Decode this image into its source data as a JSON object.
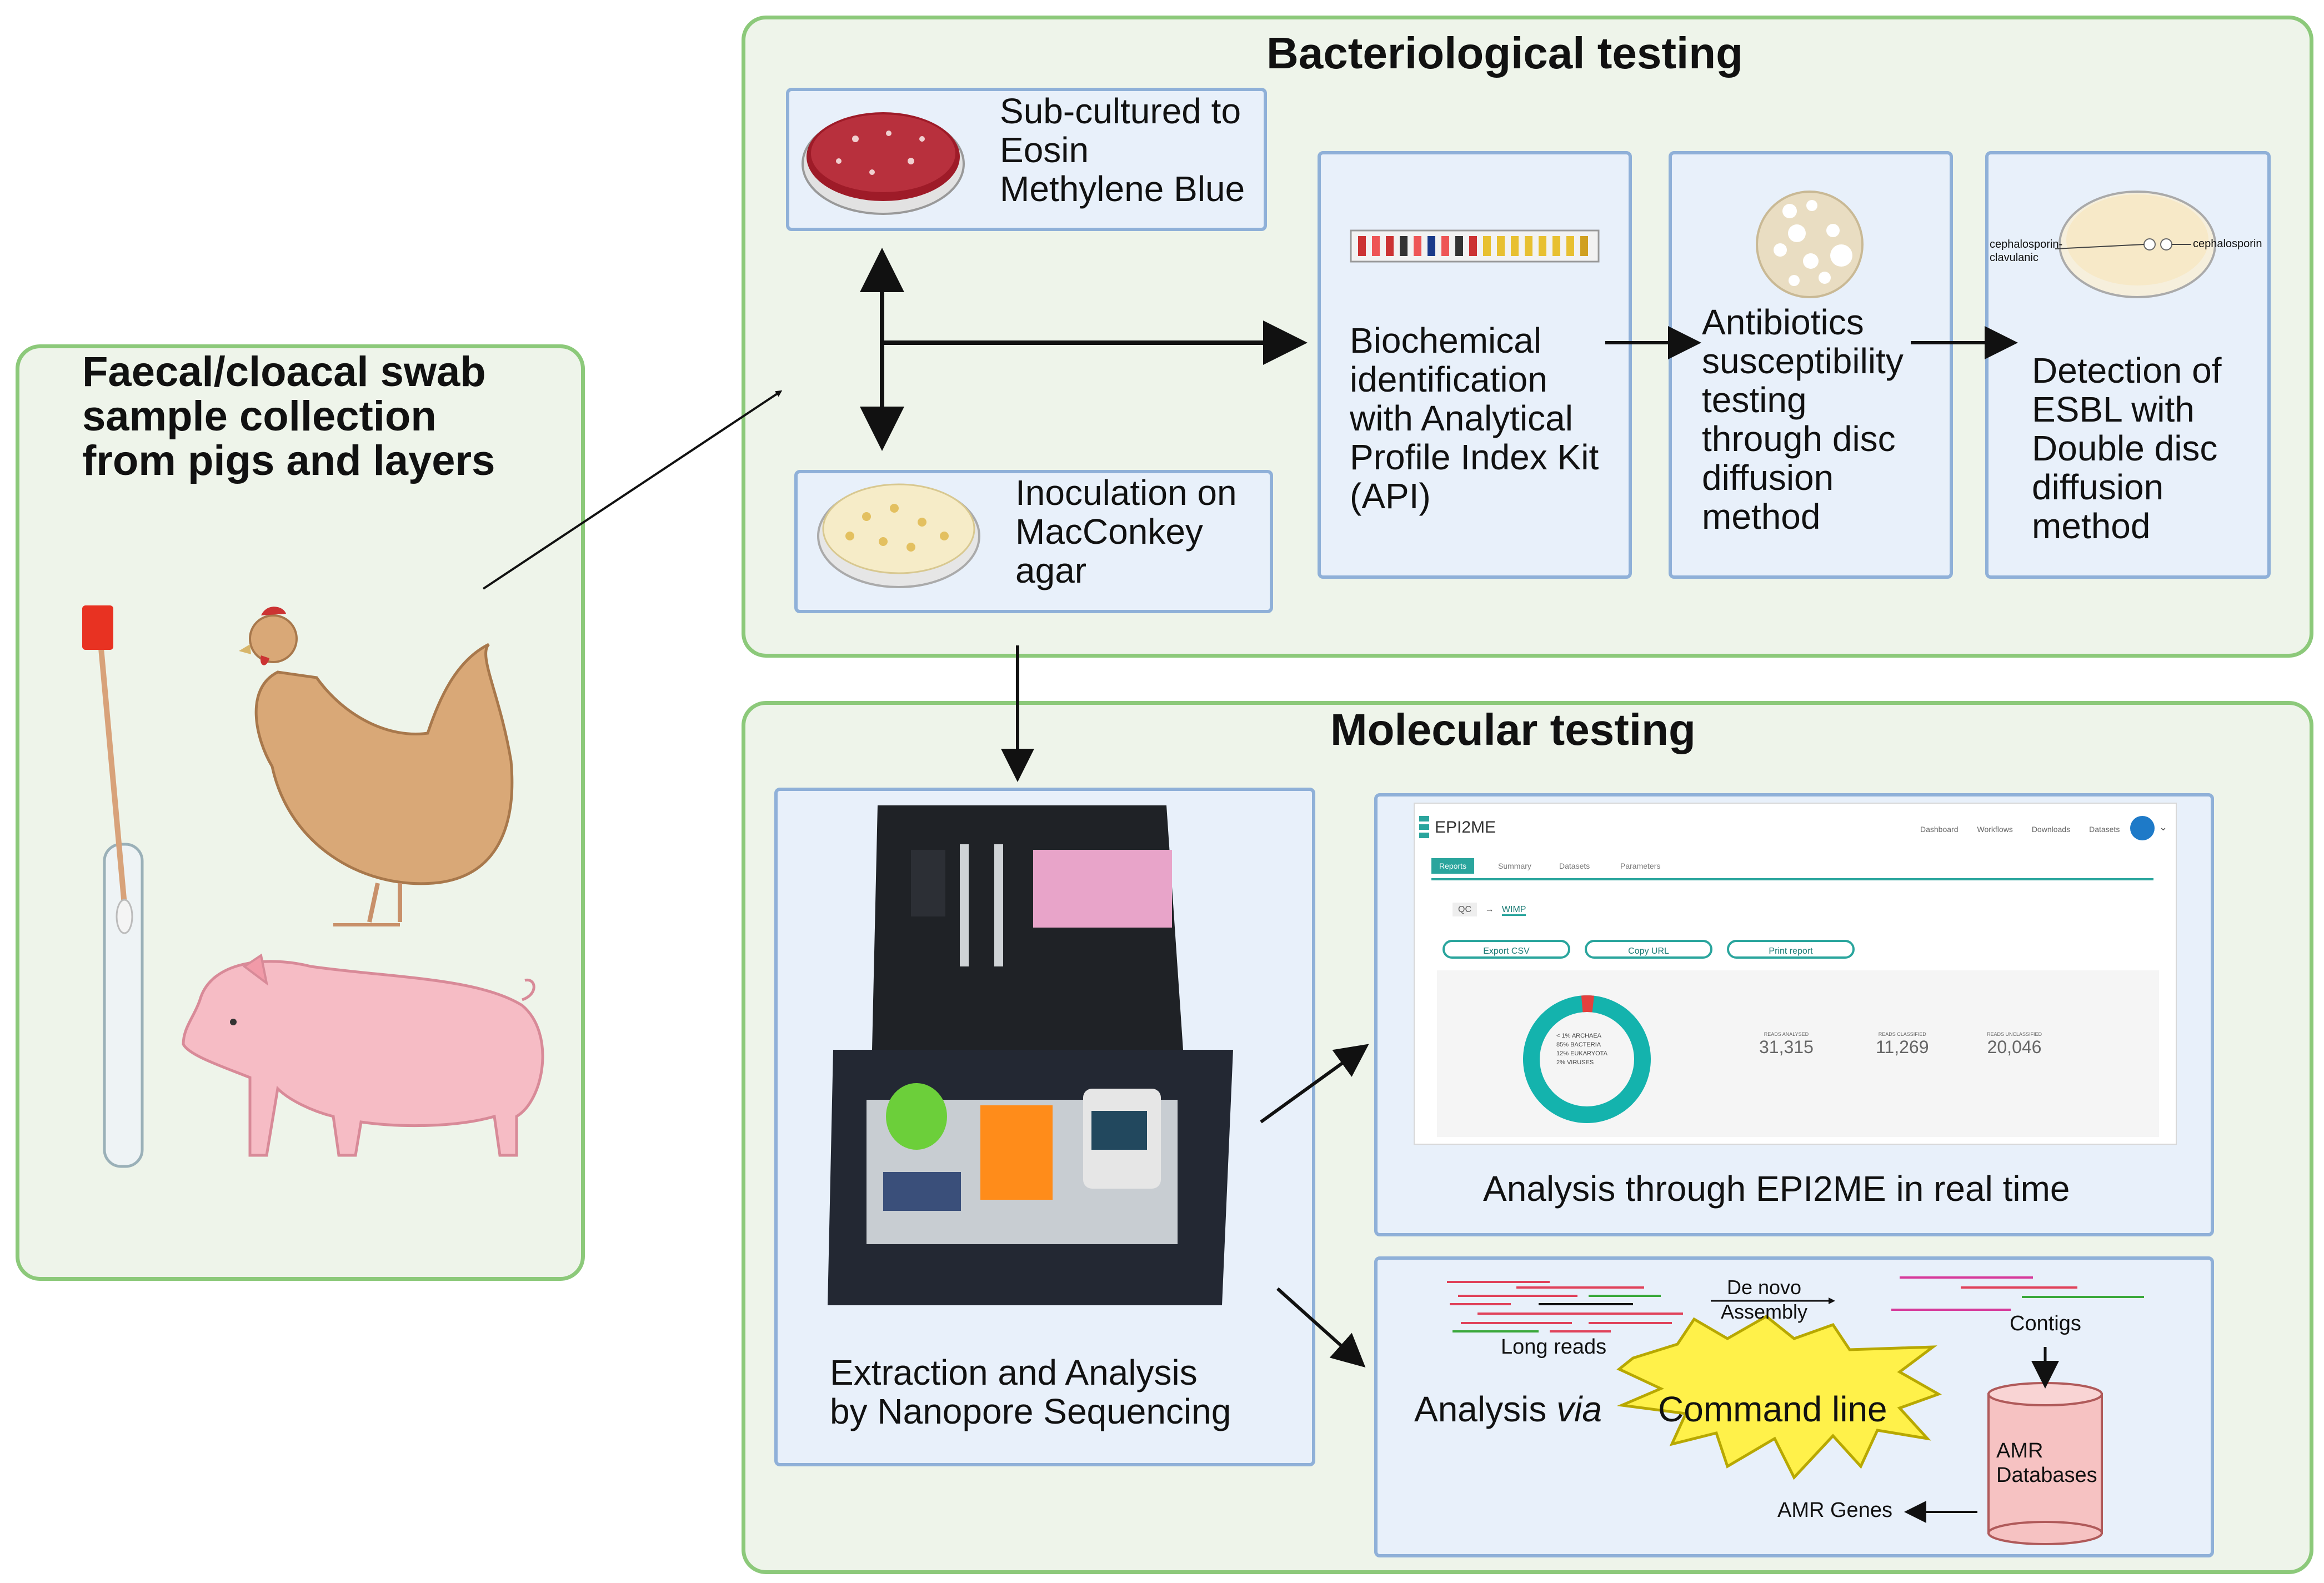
{
  "sample": {
    "title": "Faecal/cloacal swab\nsample collection\nfrom pigs and layers"
  },
  "bacteriological": {
    "title": "Bacteriological testing",
    "subculture": "Sub-cultured to\nEosin\nMethylene Blue",
    "inoculation": "Inoculation on\nMacConkey\nagar",
    "biochemical": "Biochemical\nidentification\nwith Analytical\nProfile Index Kit\n(API)",
    "antibiotics": "Antibiotics\nsusceptibility\ntesting\nthrough disc\ndiffusion\nmethod",
    "esbl": "Detection of\nESBL with\nDouble disc\ndiffusion\nmethod",
    "disc_left": "cephalosporin-\nclavulanic",
    "disc_right": "cephalosporin"
  },
  "molecular": {
    "title": "Molecular testing",
    "nanopore": "Extraction and Analysis\nby Nanopore Sequencing",
    "epi2me_caption": "Analysis through EPI2ME in real time",
    "cmd_prefix": "Analysis ",
    "cmd_via": "via",
    "command_line": "Command line",
    "de_novo": "De novo\nAssembly",
    "long_reads": "Long reads",
    "contigs": "Contigs",
    "amr_db": "AMR\nDatabases",
    "amr_genes": "AMR Genes"
  },
  "epi2me": {
    "brand": "EPI2ME",
    "nav": [
      "Dashboard",
      "Workflows",
      "Downloads",
      "Datasets"
    ],
    "tabs": [
      "Reports",
      "Summary",
      "Datasets",
      "Parameters"
    ],
    "crumbs": [
      "QC",
      "WIMP"
    ],
    "buttons": [
      "Export CSV",
      "Copy URL",
      "Print report"
    ],
    "legend": [
      "< 1%  ARCHAEA",
      "85%  BACTERIA",
      "12%  EUKARYOTA",
      "2%  VIRUSES"
    ],
    "stats": [
      {
        "label": "READS ANALYSED",
        "value": "31,315"
      },
      {
        "label": "READS CLASSIFIED",
        "value": "11,269"
      },
      {
        "label": "READS UNCLASSIFIED",
        "value": "20,046"
      }
    ]
  },
  "colors": {
    "panel_border": "#8cc97a",
    "box_border": "#8fb0d8",
    "accent": "#2aa59d"
  }
}
